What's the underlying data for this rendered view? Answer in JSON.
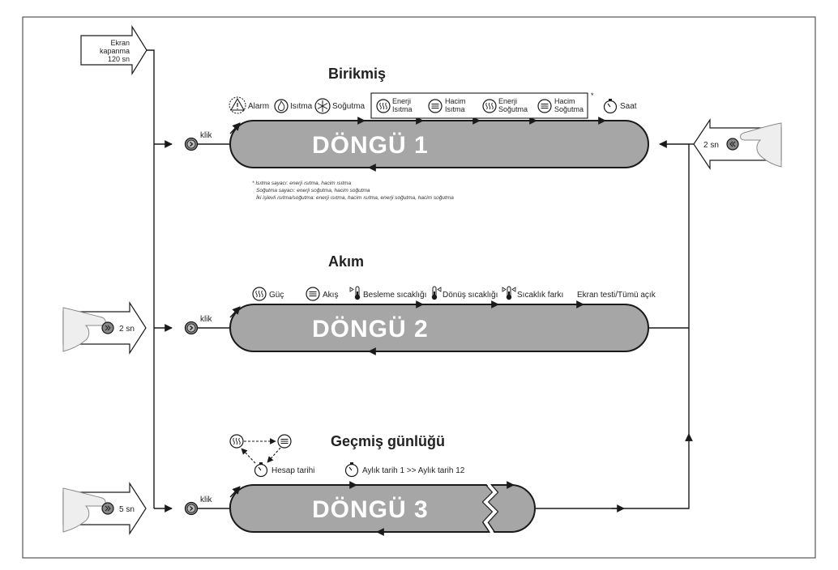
{
  "titles": {
    "cycle1": "Birikmiş",
    "cycle2": "Akım",
    "cycle3": "Geçmiş günlüğü"
  },
  "cycles": {
    "c1": "DÖNGÜ 1",
    "c2": "DÖNGÜ 2",
    "c3": "DÖNGÜ 3"
  },
  "klik": "klik",
  "screen_off": {
    "line1": "Ekran",
    "line2": "kapanma",
    "line3": "120 sn"
  },
  "hold": {
    "right": "2 sn",
    "left_mid": "2 sn",
    "left_bottom": "5 sn"
  },
  "cycle1_items": {
    "alarm": "Alarm",
    "heating": "Isıtma",
    "cooling": "Soğutma",
    "energy_heat_1": "Enerji",
    "energy_heat_2": "Isıtma",
    "volume_heat_1": "Hacim",
    "volume_heat_2": "Isıtma",
    "energy_cool_1": "Enerji",
    "energy_cool_2": "Soğutma",
    "volume_cool_1": "Hacim",
    "volume_cool_2": "Soğutma",
    "asterisk": "*",
    "clock": "Saat"
  },
  "footnote": {
    "l1": "* Isıtma sayacı: enerji ısıtma, hacim ısıtma",
    "l2": "Soğutma sayacı: enerji soğutma, hacim soğutma",
    "l3": "İki işlevli ısıtma/soğutma: enerji ısıtma, hacim ısıtma, enerji soğutma, hacim soğutma"
  },
  "cycle2_items": {
    "power": "Güç",
    "flow": "Akış",
    "supply": "Besleme sıcaklığı",
    "return": "Dönüş sıcaklığı",
    "diff": "Sıcaklık farkı",
    "test": "Ekran testi/Tümü açık"
  },
  "cycle3_items": {
    "billing": "Hesap tarihi",
    "monthly": "Aylık tarih 1 >> Aylık tarih 12"
  },
  "colors": {
    "cycle_fill": "#a6a6a6",
    "line": "#1a1a1a",
    "hand": "#eeeeee"
  },
  "icons": [
    "warning-icon",
    "flame-icon",
    "snowflake-icon",
    "heat-waves-icon",
    "flow-lines-icon",
    "thermometer-icon",
    "stopwatch-icon",
    "button-icon",
    "hand-icon",
    "zigzag-break-icon"
  ]
}
